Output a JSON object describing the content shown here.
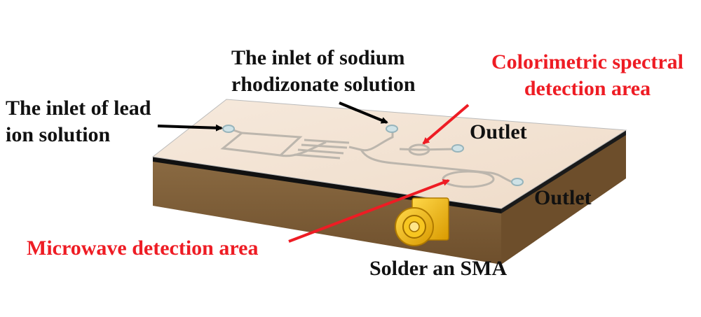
{
  "labels": {
    "lead_inlet": [
      "The inlet of lead",
      "ion solution"
    ],
    "sodium_inlet": [
      "The inlet of sodium",
      "rhodizonate solution"
    ],
    "colorimetric_area": [
      "Colorimetric spectral",
      "detection area"
    ],
    "outlet_upper": "Outlet",
    "outlet_lower": "Outlet",
    "microwave_area": "Microwave detection area",
    "sma": "Solder an SMA"
  },
  "colors": {
    "callout_text_black": "#111111",
    "callout_text_red": "#ee1c24",
    "arrow_black": "#000000",
    "arrow_red": "#ee1c24",
    "chip_top": "#f2e2d2",
    "chip_side": "#7b5a34",
    "connector": "#f0b400"
  }
}
